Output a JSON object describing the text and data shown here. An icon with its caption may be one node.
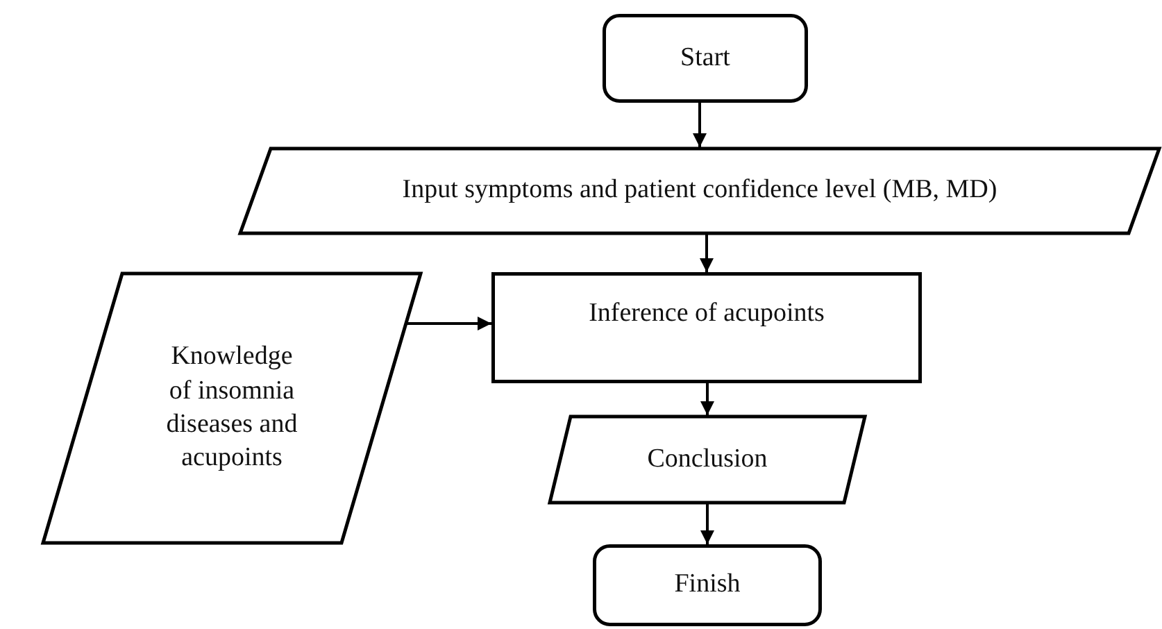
{
  "diagram": {
    "nodes": [
      {
        "text": [
          "Start"
        ]
      },
      {
        "text": [
          "Input symptoms and patient confidence level (MB, MD)"
        ]
      },
      {
        "text": [
          "Knowledge of insomnia diseases and acupoints"
        ]
      },
      {
        "text": [
          "Inference of acupoints"
        ]
      },
      {
        "text": [
          "Conclusion"
        ]
      },
      {
        "text": [
          "Finish"
        ]
      }
    ],
    "edges": [
      {
        "from": 0,
        "to": 1,
        "arrow": "to"
      },
      {
        "from": 1,
        "to": 3,
        "arrow": "to"
      },
      {
        "from": 2,
        "to": 3,
        "arrow": "to"
      },
      {
        "from": 3,
        "to": 4,
        "arrow": "to"
      },
      {
        "from": 4,
        "to": 5,
        "arrow": "to"
      }
    ]
  }
}
